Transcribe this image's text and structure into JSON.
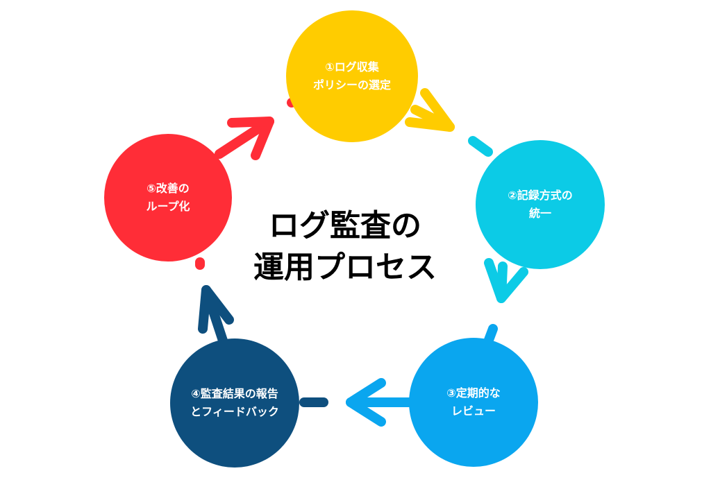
{
  "title": {
    "line1": "ログ監査の",
    "line2": "運用プロセス"
  },
  "steps": [
    {
      "line1": "①ログ収集",
      "line2": "ポリシーの選定",
      "color": "#FFCC00"
    },
    {
      "line1": "②記録方式の",
      "line2": "統一",
      "color": "#0CCBE6"
    },
    {
      "line1": "③定期的な",
      "line2": "レビュー",
      "color": "#0AA6EF"
    },
    {
      "line1": "④監査結果の報告",
      "line2": "とフィードバック",
      "color": "#0E4F7E"
    },
    {
      "line1": "⑤改善の",
      "line2": "ループ化",
      "color": "#FF2D37"
    }
  ]
}
